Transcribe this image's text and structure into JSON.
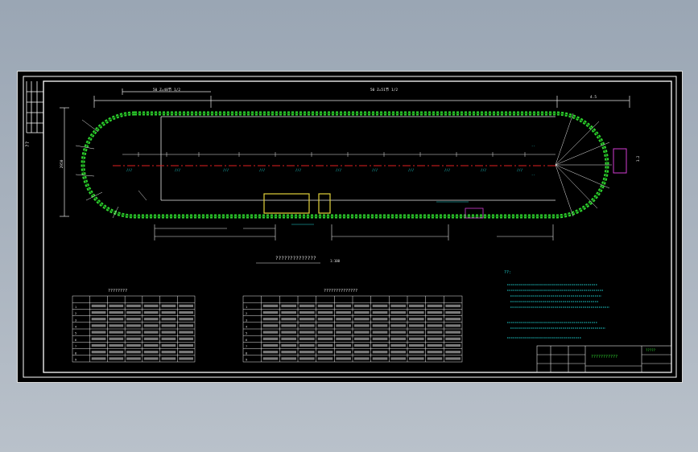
{
  "colors": {
    "background": "#000000",
    "frame": "#ffffff",
    "chain": "#2fd12f",
    "centerline": "#e02020",
    "dimension": "#e8e8e8",
    "annotation_cyan": "#21d6d6",
    "annotation_magenta": "#d23cd2",
    "station_box": "#e3d23a",
    "title_block_green": "#33e033"
  },
  "drawing": {
    "section_title": "??????????????",
    "scale_label": "1:100",
    "side_label": "??",
    "left_dim_label": "2950",
    "top_dims": [
      "50 Z=48节 1/2",
      "50 Z=51节 1/2"
    ],
    "right_dims": [
      "4.5",
      "3.2"
    ]
  },
  "tables": {
    "left": {
      "title": "????????",
      "rows": [
        "1",
        "2",
        "3",
        "4",
        "5",
        "6",
        "7",
        "8",
        "9"
      ]
    },
    "right": {
      "title": "??????????????",
      "rows": [
        "1",
        "2",
        "3",
        "4",
        "5",
        "6",
        "7",
        "8",
        "9"
      ]
    }
  },
  "notes": {
    "heading": "??:"
  },
  "title_block": {
    "name": "???????????",
    "code": "?????"
  }
}
